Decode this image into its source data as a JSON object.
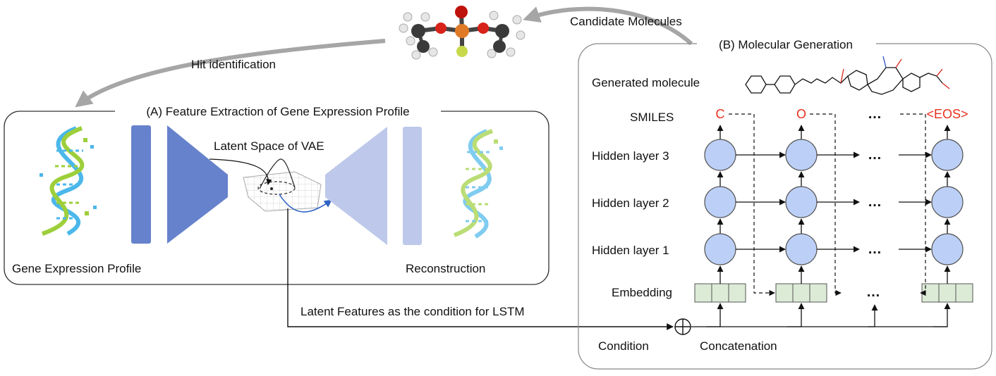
{
  "panel_a": {
    "title": "(A) Feature Extraction of Gene Expression Profile",
    "latent_label": "Latent Space of VAE",
    "input_label": "Gene Expression Profile",
    "output_label": "Reconstruction"
  },
  "panel_b": {
    "title": "(B) Molecular Generation",
    "generated_label": "Generated molecule",
    "rows": {
      "smiles": "SMILES",
      "hidden3": "Hidden layer 3",
      "hidden2": "Hidden layer 2",
      "hidden1": "Hidden layer 1",
      "embedding": "Embedding"
    },
    "tokens": [
      "C",
      "O",
      "<EOS>"
    ],
    "ellipsis": "…",
    "condition_label": "Condition",
    "concat_label": "Concatenation"
  },
  "flow": {
    "candidate_label": "Candidate Molecules",
    "hit_label": "Hit identification",
    "latent_features_label": "Latent Features as the condition for LSTM"
  },
  "colors": {
    "encoder": "#6682cc",
    "decoder": "#bdc8ea",
    "node_fill": "#bcd0f7",
    "embed_fill": "#dcebd6",
    "token": "#e8301e",
    "gray_arrow": "#a6a6a6",
    "dna_blue": "#4bb7ea",
    "dna_green": "#9dcf3b"
  }
}
